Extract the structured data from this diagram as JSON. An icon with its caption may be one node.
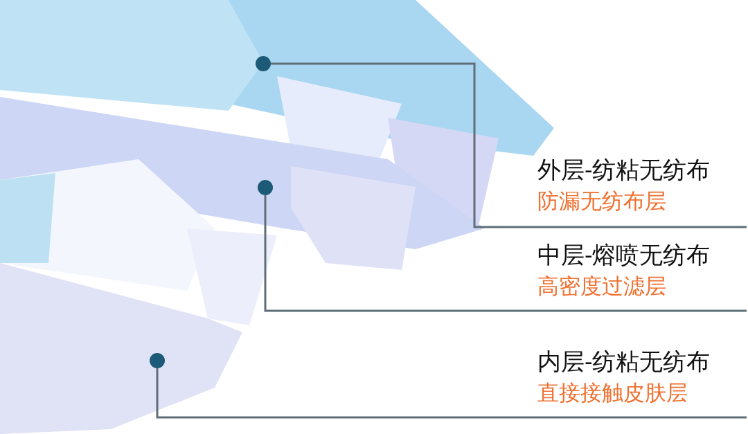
{
  "diagram": {
    "nodes": [
      {
        "text": [
          "外层-纺粘无纺布",
          "防漏无纺布层"
        ]
      },
      {
        "text": [
          "中层-熔喷无纺布",
          "高密度过滤层"
        ]
      },
      {
        "text": [
          "内层-纺粘无纺布",
          "直接接触皮肤层"
        ]
      },
      {
        "text": [],
        "shape": "circle"
      },
      {
        "text": [],
        "shape": "circle"
      },
      {
        "text": [],
        "shape": "circle"
      }
    ],
    "edges": [
      {
        "from": 0,
        "to": 3,
        "arrow": "none"
      },
      {
        "from": 1,
        "to": 4,
        "arrow": "none"
      },
      {
        "from": 2,
        "to": 5,
        "arrow": "none"
      }
    ]
  }
}
